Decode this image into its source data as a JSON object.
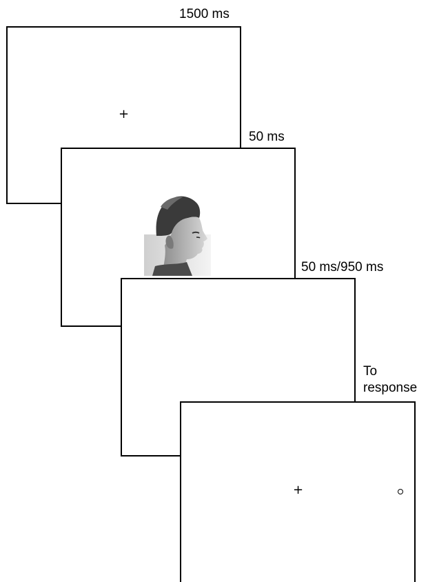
{
  "frames": [
    {
      "id": "fixation-frame",
      "duration": "1500 ms",
      "content": "fixation-cross",
      "fixation": "+"
    },
    {
      "id": "face-frame",
      "duration": "50 ms",
      "content": "face-profile-image"
    },
    {
      "id": "mask-frame",
      "duration": "50 ms/950 ms",
      "content": "blank"
    },
    {
      "id": "response-frame",
      "duration": "To\nresponse",
      "content": "fixation-and-target",
      "fixation": "+",
      "target": "circle-icon"
    }
  ]
}
